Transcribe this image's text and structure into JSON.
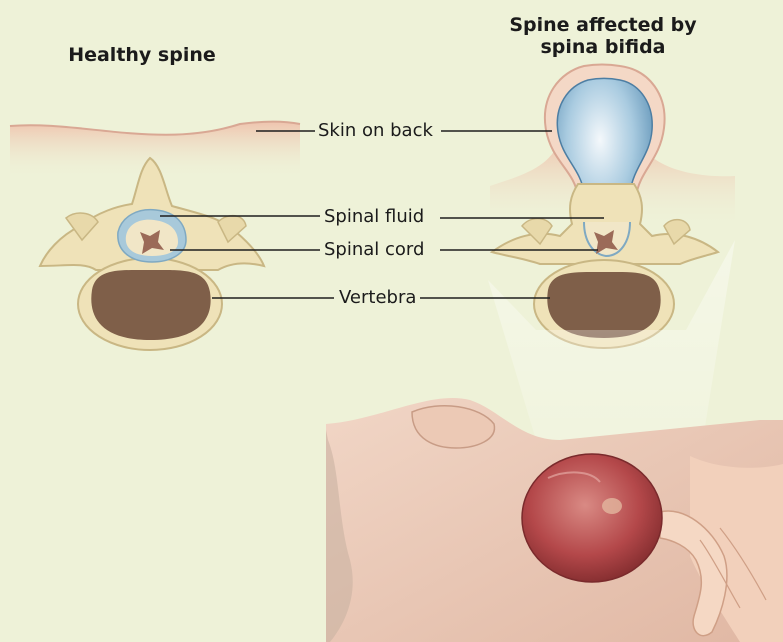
{
  "titles": {
    "left": "Healthy spine",
    "right_line1": "Spine affected by",
    "right_line2": "spina bifida"
  },
  "labels": {
    "skin": "Skin on back",
    "fluid": "Spinal fluid",
    "cord": "Spinal cord",
    "vertebra": "Vertebra"
  },
  "colors": {
    "background": "#eef2d8",
    "skin": "#f3c9b6",
    "bone": "#efe2b8",
    "vertebral_body_inner": "#8a6a52",
    "spinal_fluid": "#a8c9da",
    "spinal_cord": "#9b6a58",
    "sac": "#6fa3c6",
    "lesion": "#b0473f"
  }
}
